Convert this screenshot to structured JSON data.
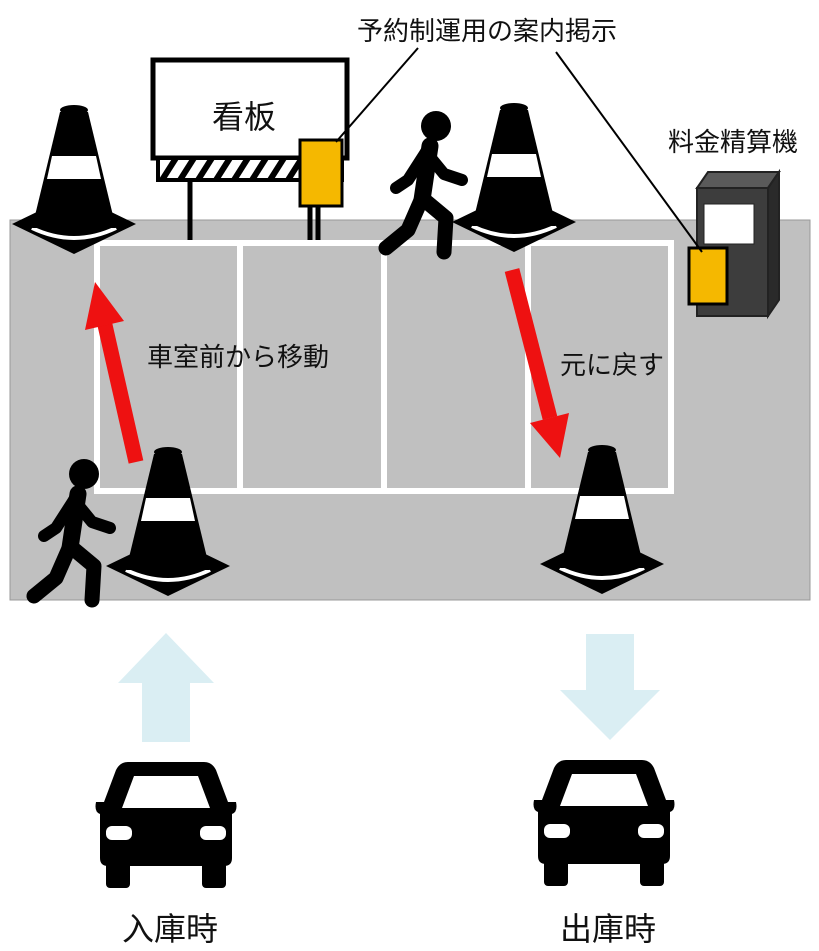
{
  "labels": {
    "notice_board": "予約制運用の案内掲示",
    "signboard": "看板",
    "payment_machine": "料金精算機",
    "move_from_front": "車室前から移動",
    "put_back": "元に戻す",
    "entry": "入庫時",
    "exit": "出庫時"
  },
  "icons": {
    "cone": "traffic-cone-icon",
    "person": "walking-person-icon",
    "car": "car-front-icon",
    "entry_arrow": "up-arrow-icon",
    "exit_arrow": "down-arrow-icon"
  },
  "colors": {
    "lot": "#c0c0c0",
    "stall_lines": "#ffffff",
    "notice": "#f5b800",
    "move_arrow": "#ee1111",
    "flow_arrow": "#daeef3",
    "machine": "#3d3d3d"
  }
}
